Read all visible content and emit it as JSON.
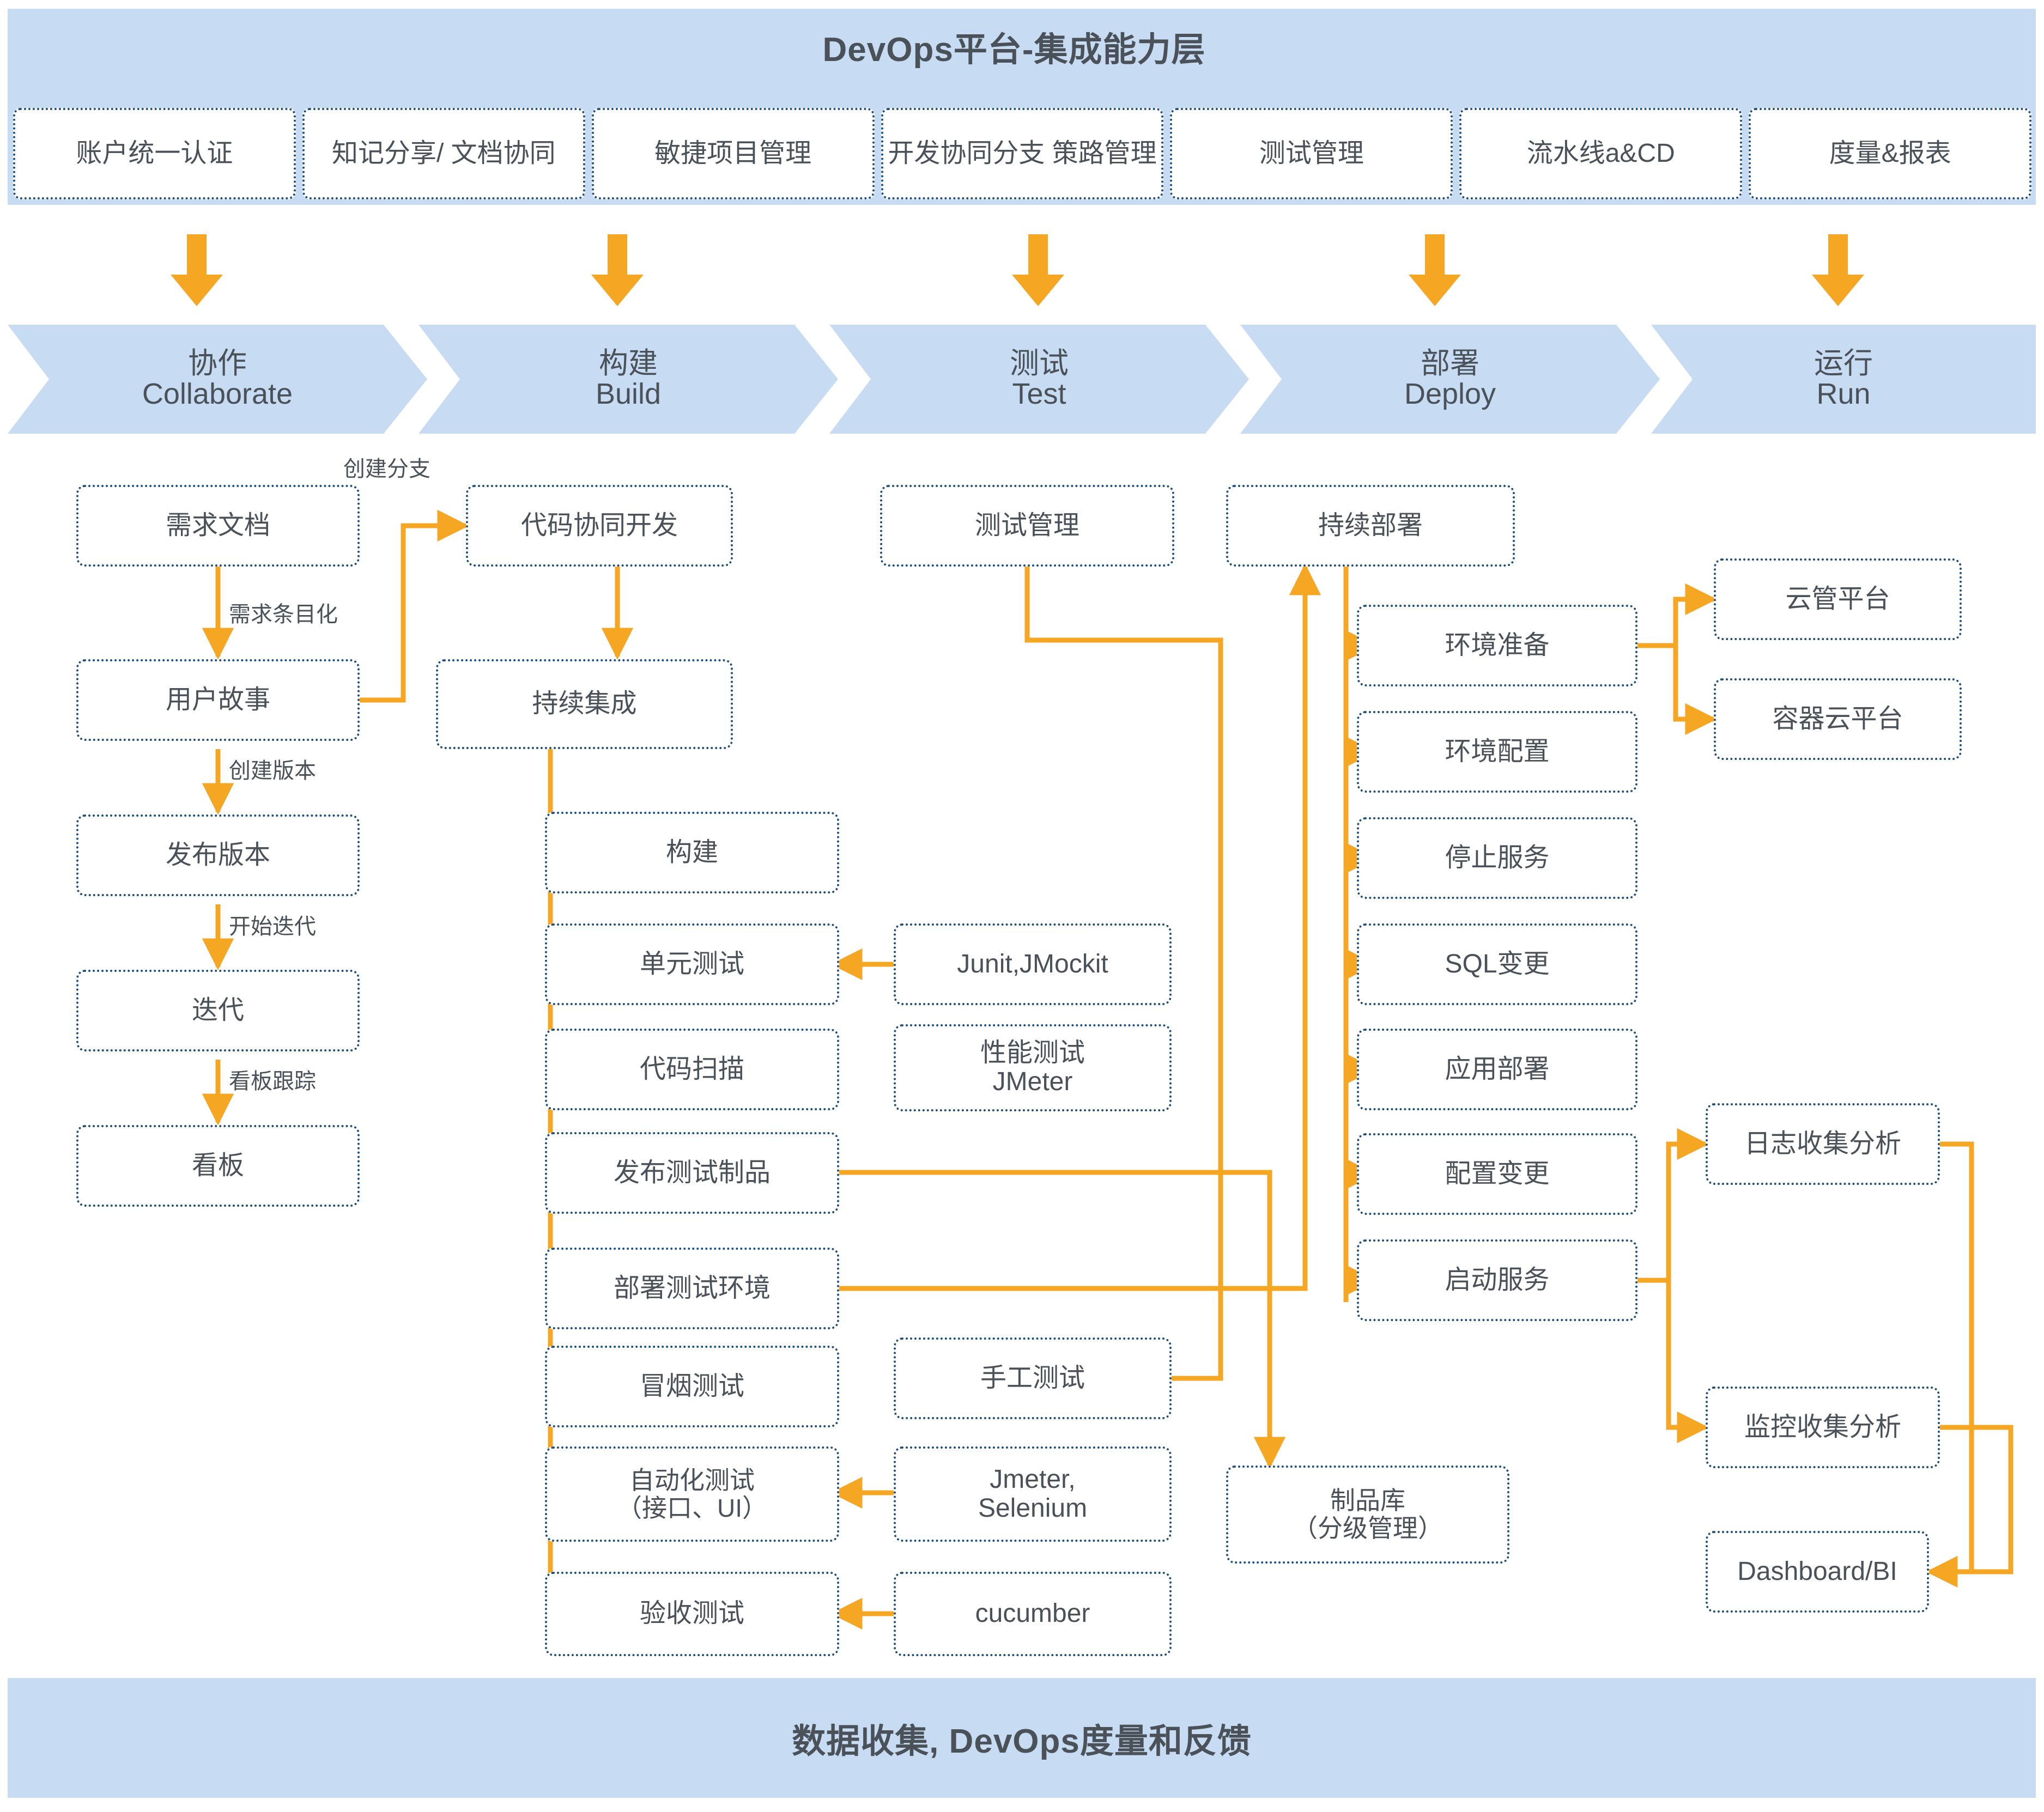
{
  "header": {
    "title": "DevOps平台-集成能力层",
    "capabilities": [
      "账户统一认证",
      "知记分享/\n文档协同",
      "敏捷项目管理",
      "开发协同分支\n策路管理",
      "测试管理",
      "流水线a&CD",
      "度量&报表"
    ]
  },
  "stages": [
    {
      "cn": "协作",
      "en": "Collaborate"
    },
    {
      "cn": "构建",
      "en": "Build"
    },
    {
      "cn": "测试",
      "en": "Test"
    },
    {
      "cn": "部署",
      "en": "Deploy"
    },
    {
      "cn": "运行",
      "en": "Run"
    }
  ],
  "collaborate": {
    "nodes": [
      "需求文档",
      "用户故事",
      "发布版本",
      "迭代",
      "看板"
    ],
    "edge_labels": [
      "需求条目化",
      "创建版本",
      "开始迭代",
      "看板跟踪"
    ]
  },
  "build": {
    "branch_label": "创建分支",
    "head": [
      "代码协同开发",
      "持续集成"
    ],
    "steps": [
      "构建",
      "单元测试",
      "代码扫描",
      "发布测试制品",
      "部署测试环境",
      "冒烟测试",
      "自动化测试\n（接口、UI）",
      "验收测试"
    ]
  },
  "test": {
    "manager": "测试管理",
    "tools": [
      "Junit,JMockit",
      "性能测试\nJMeter",
      "手工测试",
      "Jmeter,\nSelenium",
      "cucumber"
    ],
    "artifact_repo": "制品库\n（分级管理）"
  },
  "deploy": {
    "head": "持续部署",
    "steps": [
      "环境准备",
      "环境配置",
      "停止服务",
      "SQL变更",
      "应用部署",
      "配置变更",
      "启动服务"
    ]
  },
  "run": {
    "platforms": [
      "云管平台",
      "容器云平台"
    ],
    "analytics": [
      "日志收集分析",
      "监控收集分析",
      "Dashboard/BI"
    ]
  },
  "footer": {
    "title": "数据收集, DevOps度量和反馈"
  },
  "colors": {
    "banner_blue": "#c7dcf3",
    "arrow_orange": "#f5a623",
    "box_border": "#1f4e79",
    "text_gray": "#4a5158"
  }
}
